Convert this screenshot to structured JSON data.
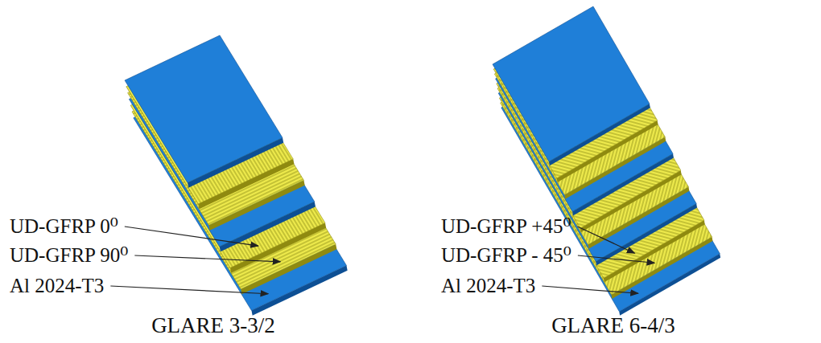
{
  "diagram": {
    "labels": [
      "UD-GFRP 0⁰",
      "UD-GFRP 90⁰",
      "Al 2024-T3",
      "GLARE 3-3/2",
      "UD-GFRP +45⁰",
      "UD-GFRP - 45⁰",
      "Al 2024-T3",
      "GLARE 6-4/3"
    ]
  }
}
